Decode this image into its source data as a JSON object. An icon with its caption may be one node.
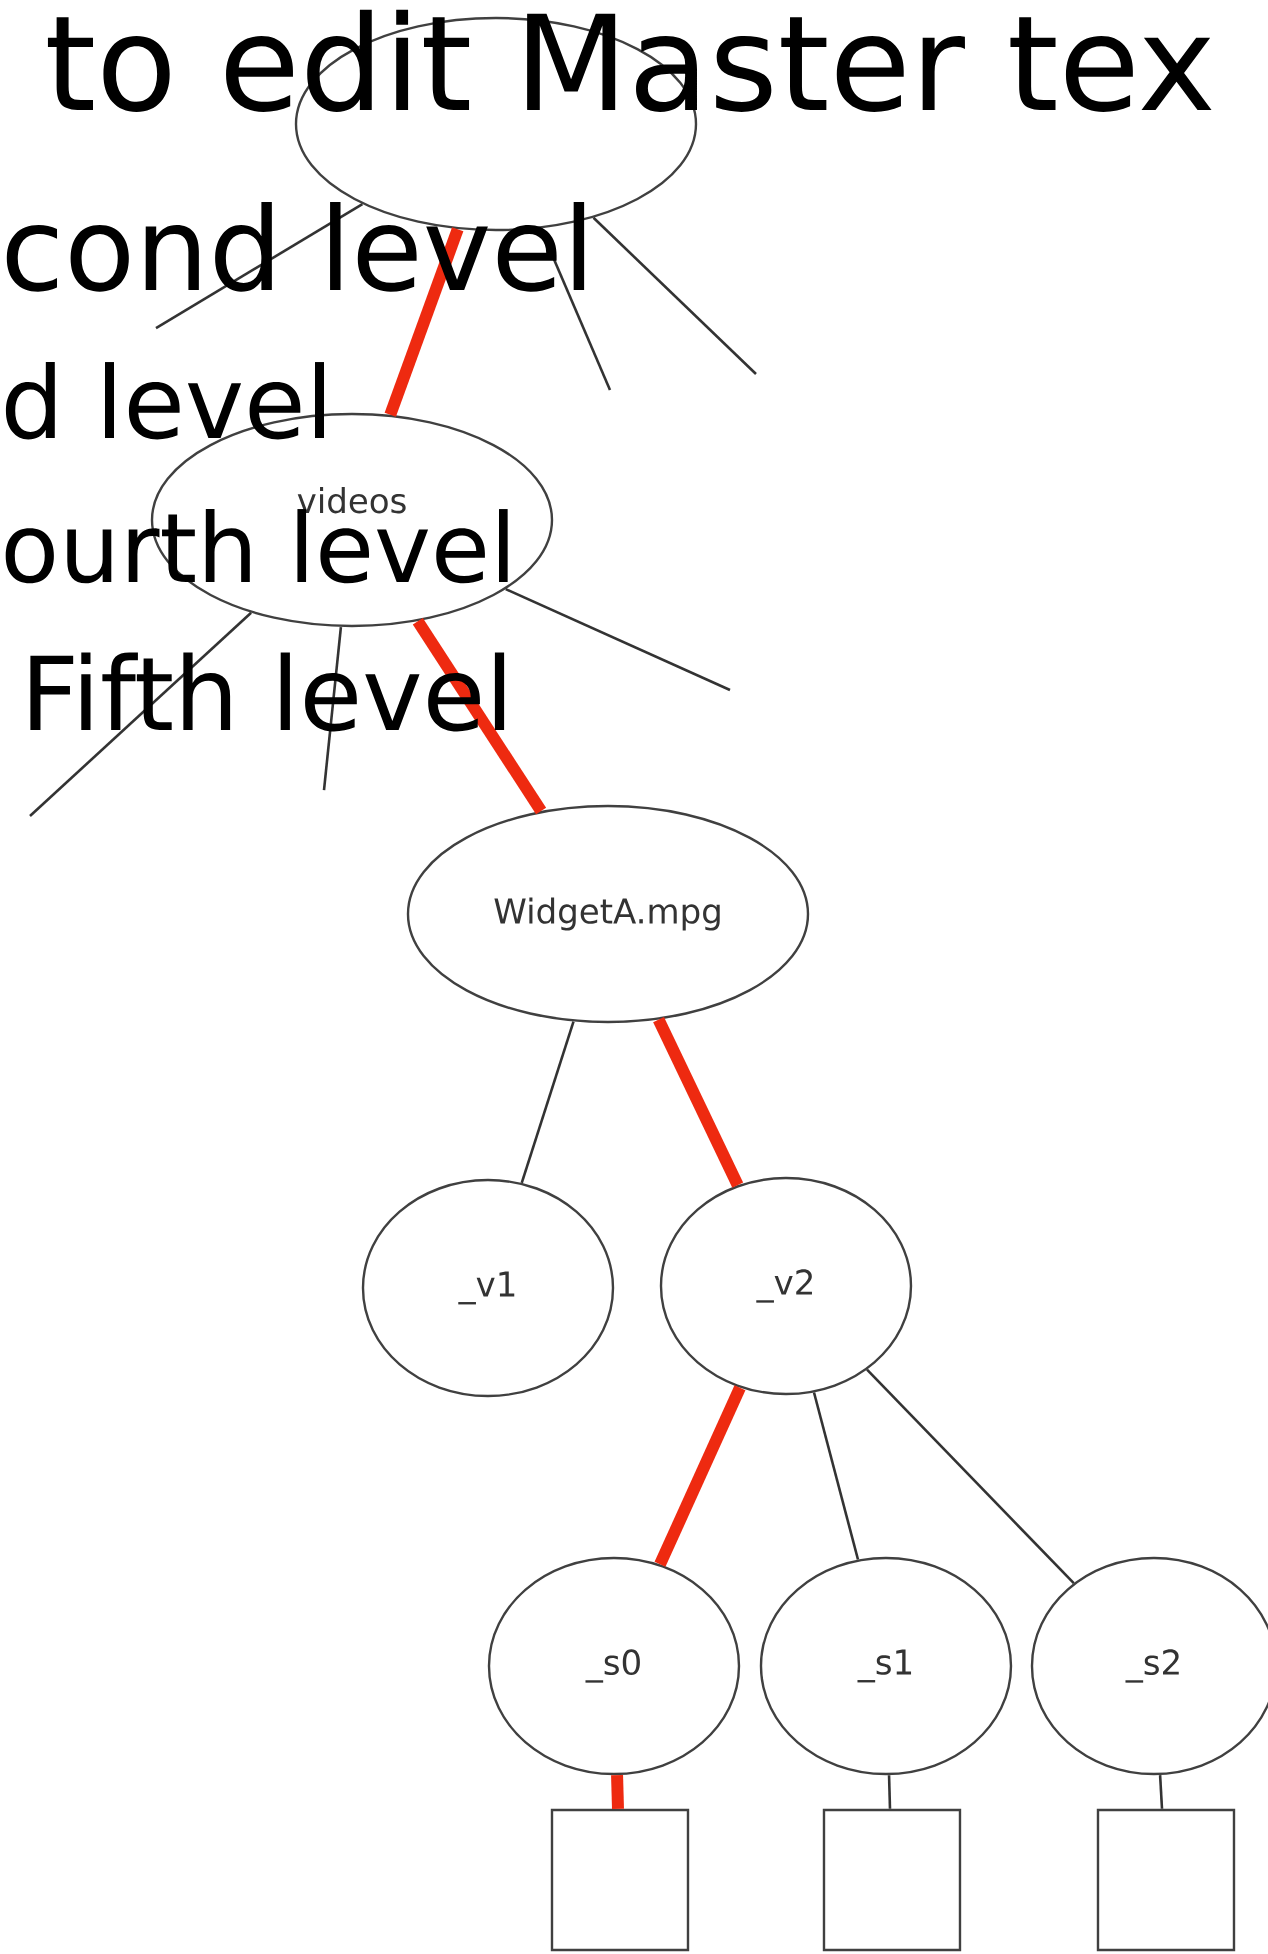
{
  "diagram": {
    "nodes": [
      {
        "text": [],
        "shape": "ellipse"
      },
      {
        "text": [
          "videos"
        ]
      },
      {
        "text": [
          "WidgetA.mpg"
        ]
      },
      {
        "text": [
          "_v1"
        ]
      },
      {
        "text": [
          "_v2"
        ]
      },
      {
        "text": [
          "_s0"
        ]
      },
      {
        "text": [
          "_s1"
        ]
      },
      {
        "text": [
          "_s2"
        ]
      },
      {
        "text": [],
        "shape": "box"
      },
      {
        "text": [],
        "shape": "box"
      },
      {
        "text": [],
        "shape": "box"
      }
    ],
    "edges": [
      {
        "from": 0,
        "to": 1,
        "arrow": "none",
        "style": "thick",
        "color": "#ee2a10"
      },
      {
        "from": 0,
        "to": null,
        "arrow": "none"
      },
      {
        "from": 0,
        "to": null,
        "arrow": "none"
      },
      {
        "from": 0,
        "to": null,
        "arrow": "none"
      },
      {
        "from": 1,
        "to": 2,
        "arrow": "none",
        "style": "thick",
        "color": "#ee2a10"
      },
      {
        "from": 1,
        "to": null,
        "arrow": "none"
      },
      {
        "from": 1,
        "to": null,
        "arrow": "none"
      },
      {
        "from": 1,
        "to": null,
        "arrow": "none"
      },
      {
        "from": 2,
        "to": 3,
        "arrow": "none"
      },
      {
        "from": 2,
        "to": 4,
        "arrow": "none",
        "style": "thick",
        "color": "#ee2a10"
      },
      {
        "from": 4,
        "to": 5,
        "arrow": "none",
        "style": "thick",
        "color": "#ee2a10"
      },
      {
        "from": 4,
        "to": 6,
        "arrow": "none"
      },
      {
        "from": 4,
        "to": 7,
        "arrow": "none"
      },
      {
        "from": 5,
        "to": 8,
        "arrow": "none",
        "style": "thick",
        "color": "#ee2a10"
      },
      {
        "from": 6,
        "to": 9,
        "arrow": "none"
      },
      {
        "from": 7,
        "to": 10,
        "arrow": "none"
      }
    ],
    "labels": [
      "to edit Master tex",
      "cond level",
      "d level",
      "ourth level",
      "Fifth level"
    ]
  }
}
